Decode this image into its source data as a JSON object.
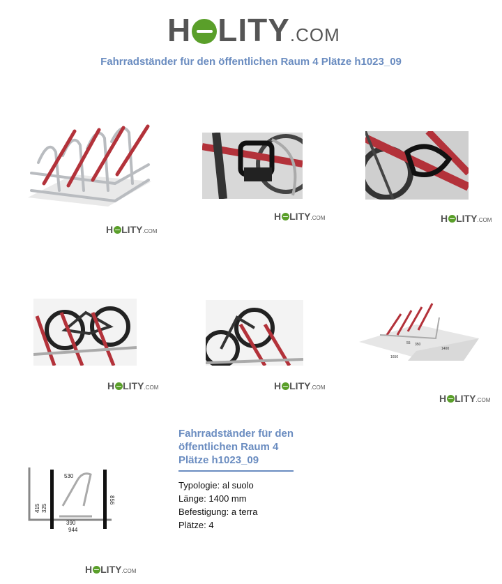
{
  "brand": {
    "name_part1": "H",
    "name_part2": "LITY",
    "suffix": ".COM",
    "small_suffix": ".COM"
  },
  "page_title": "Fahrradständer für den öffentlichen Raum 4 Plätze h1023_09",
  "product": {
    "title_lines": [
      "Fahrradständer für den",
      "öffentlichen Raum 4",
      "Plätze h1023_09"
    ],
    "specs": [
      "Typologie: al suolo",
      "Länge: 1400 mm",
      "Befestigung: a terra",
      "Plätze: 4"
    ]
  },
  "drawing_labels": {
    "top_width": "530",
    "height": "856",
    "lower_height": "415",
    "mid_height": "325",
    "base_depth": "390",
    "total_depth": "944"
  },
  "plan_labels": {
    "a": "1650",
    "b": "1400",
    "c": "350",
    "d": "55"
  },
  "colors": {
    "accent": "#6a8cc0",
    "logo_green": "#5a9f2a",
    "rack_red": "#b3323a"
  }
}
